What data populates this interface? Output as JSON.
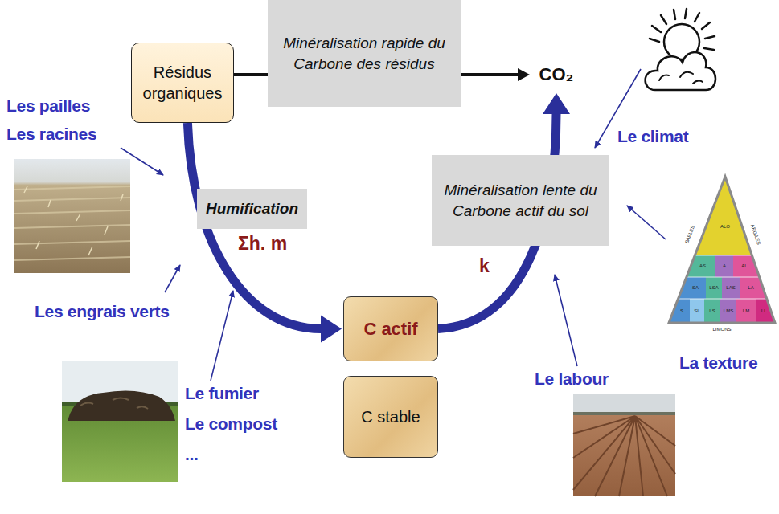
{
  "diagram": {
    "nodes": [
      {
        "text": [
          "Résidus organiques"
        ]
      },
      {
        "text": [
          "Minéralisation rapide du Carbone des résidus"
        ]
      },
      {
        "text": [
          "CO₂"
        ]
      },
      {
        "text": [
          "Humification"
        ]
      },
      {
        "text": [
          "Minéralisation lente du Carbone actif du sol"
        ]
      },
      {
        "text": [
          "C actif"
        ]
      },
      {
        "text": [
          "C stable"
        ]
      }
    ],
    "edges": [
      {
        "from": 0,
        "to": 2,
        "arrow": "to"
      },
      {
        "from": 0,
        "to": 5,
        "arrow": "to",
        "label": "Σh. m"
      },
      {
        "from": 5,
        "to": 2,
        "arrow": "to",
        "label": "k"
      }
    ],
    "labels": [
      "Les pailles",
      "Les racines",
      "Les engrais verts",
      "Le fumier",
      "Le compost",
      "...",
      "Le climat",
      "La texture",
      "Le labour",
      "SABLES",
      "ARGILES",
      "LIMONS",
      "ALO",
      "AS",
      "A",
      "AL",
      "SA",
      "LSA",
      "LAS",
      "LA",
      "S",
      "SL",
      "LS",
      "LMS",
      "LM",
      "LL"
    ]
  }
}
